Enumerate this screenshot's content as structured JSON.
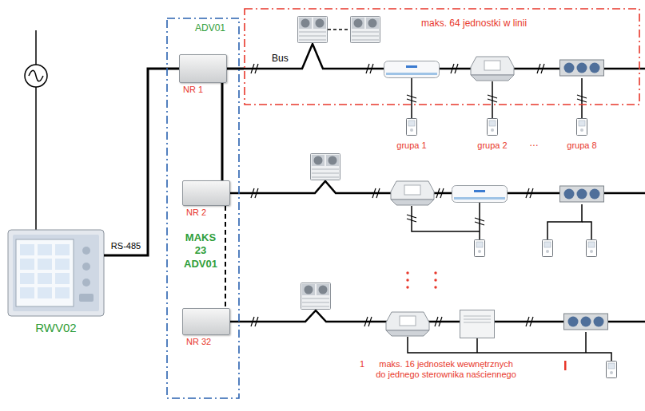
{
  "diagram": {
    "nodes": [
      {
        "text": [
          "ADV01",
          "MAKS 23 ADV01"
        ]
      },
      {
        "text": [
          "NR 1"
        ],
        "in": 0
      },
      {
        "text": [
          "NR 2"
        ],
        "in": 0
      },
      {
        "text": [
          "NR 32"
        ],
        "in": 0
      },
      {
        "text": [
          "maks. 64 jednostki w linii"
        ]
      },
      {
        "text": [
          "RWV02"
        ]
      }
    ],
    "edges": [
      {
        "from": 5,
        "to": 1,
        "arrow": "none",
        "label": "RS-485"
      },
      {
        "from": 1,
        "to": 2,
        "arrow": "none"
      },
      {
        "from": 2,
        "to": 3,
        "arrow": "none"
      },
      {
        "from": 1,
        "to": 4,
        "arrow": "none"
      }
    ],
    "labels": [
      "Bus",
      "grupa 1",
      "grupa 2",
      "…",
      "grupa 8",
      "1",
      "maks. 16 jednostek wewnętrznych do jednego sterownika naściennego"
    ]
  }
}
